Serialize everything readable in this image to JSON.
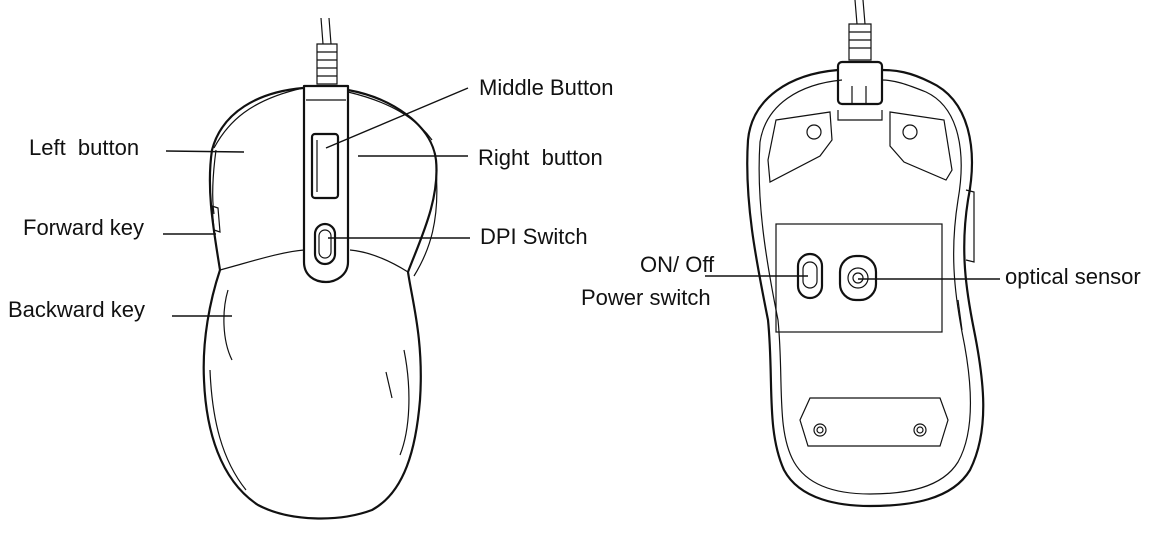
{
  "labels": {
    "left_button": "Left  button",
    "forward_key": "Forward key",
    "backward_key": "Backward key",
    "middle_button": "Middle Button",
    "right_button": "Right  button",
    "dpi_switch": "DPI Switch",
    "on_off": "ON/ Off",
    "power_switch": "Power switch",
    "optical_sensor": "optical sensor"
  }
}
